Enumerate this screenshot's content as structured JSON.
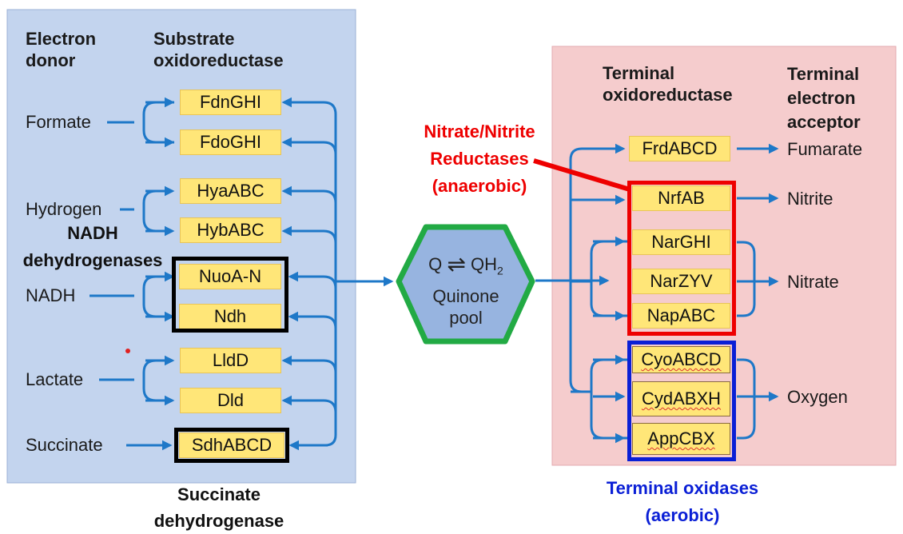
{
  "left_panel": {
    "header_donor": "Electron\ndonor",
    "header_substrate": "Substrate\noxidoreductase",
    "donors": [
      "Formate",
      "Hydrogen",
      "NADH",
      "Lactate",
      "Succinate"
    ],
    "enzymes": [
      "FdnGHI",
      "FdoGHI",
      "HyaABC",
      "HybABC",
      "NuoA-N",
      "Ndh",
      "LldD",
      "Dld",
      "SdhABCD"
    ]
  },
  "quinone": {
    "q": "Q",
    "qh": "QH",
    "qh_sub": "2",
    "label": "Quinone\npool",
    "arrows": "⇌"
  },
  "right_panel": {
    "header_oxidoreductase": "Terminal\noxidoreductase",
    "header_acceptor": "Terminal\nelectron\nacceptor",
    "enzymes": [
      "FrdABCD",
      "NrfAB",
      "NarGHI",
      "NarZYV",
      "NapABC",
      "CyoABCD",
      "CydABXH",
      "AppCBX"
    ],
    "acceptors": [
      "Fumarate",
      "Nitrite",
      "Nitrate",
      "Oxygen"
    ]
  },
  "annotations": {
    "nadh_dehydrogenases": "NADH\ndehydrogenases",
    "succinate_dehydrogenase": "Succinate\ndehydrogenase",
    "nitrate_nitrite_reductases": "Nitrate/Nitrite\nReductases\n(anaerobic)",
    "terminal_oxidases": "Terminal oxidases\n(aerobic)"
  },
  "colors": {
    "left_panel_bg": "#c3d4ee",
    "right_panel_bg": "#f5cccd",
    "enzyme_box": "#ffe678",
    "arrow": "#1e78c8",
    "hexagon_fill": "#97b4e0",
    "hexagon_border": "#22aa44",
    "reductase_frame": "#ee0000",
    "oxidase_frame": "#0a1fd6"
  }
}
